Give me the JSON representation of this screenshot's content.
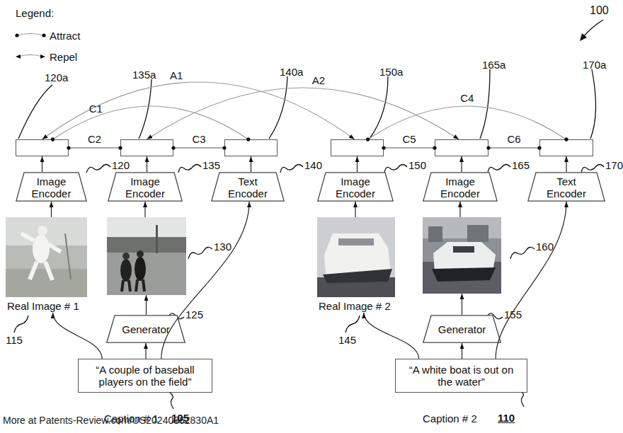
{
  "diagram": {
    "nodes": [
      {
        "text": [
          "120a"
        ]
      },
      {
        "text": [
          "135a"
        ]
      },
      {
        "text": [
          "140a"
        ]
      },
      {
        "text": [
          "150a"
        ]
      },
      {
        "text": [
          "165a"
        ]
      },
      {
        "text": [
          "170a"
        ]
      },
      {
        "text": [
          "Image Encoder"
        ]
      },
      {
        "text": [
          "Image Encoder"
        ]
      },
      {
        "text": [
          "Text Encoder"
        ]
      },
      {
        "text": [
          "Image Encoder"
        ]
      },
      {
        "text": [
          "Image Encoder"
        ]
      },
      {
        "text": [
          "Text Encoder"
        ]
      },
      {
        "text": [
          "Real Image # 1"
        ]
      },
      {
        "text": [
          "130"
        ]
      },
      {
        "text": [
          "Real Image # 2"
        ]
      },
      {
        "text": [
          "160"
        ]
      },
      {
        "text": [
          "Generator"
        ]
      },
      {
        "text": [
          "Generator"
        ]
      },
      {
        "text": [
          "“A couple of baseball players on the field”",
          "Caption # 1"
        ]
      },
      {
        "text": [
          "“A white boat is out on the water”",
          "Caption # 2"
        ]
      }
    ],
    "edges": [
      {
        "from": 0,
        "to": 1,
        "arrow": "none",
        "label": "C2"
      },
      {
        "from": 1,
        "to": 2,
        "arrow": "none",
        "label": "C3"
      },
      {
        "from": 3,
        "to": 4,
        "arrow": "none",
        "label": "C5"
      },
      {
        "from": 4,
        "to": 5,
        "arrow": "none",
        "label": "C6"
      },
      {
        "from": 0,
        "to": 2,
        "arrow": "none",
        "label": "C1"
      },
      {
        "from": 3,
        "to": 5,
        "arrow": "none",
        "label": "C4"
      },
      {
        "from": 0,
        "to": 3,
        "arrow": "both",
        "label": "A1"
      },
      {
        "from": 1,
        "to": 4,
        "arrow": "both",
        "label": "A2"
      },
      {
        "from": 6,
        "to": 0,
        "arrow": "to"
      },
      {
        "from": 7,
        "to": 1,
        "arrow": "to"
      },
      {
        "from": 8,
        "to": 2,
        "arrow": "to"
      },
      {
        "from": 9,
        "to": 3,
        "arrow": "to"
      },
      {
        "from": 10,
        "to": 4,
        "arrow": "to"
      },
      {
        "from": 11,
        "to": 5,
        "arrow": "to"
      },
      {
        "from": 12,
        "to": 6,
        "arrow": "to"
      },
      {
        "from": 13,
        "to": 7,
        "arrow": "to"
      },
      {
        "from": 14,
        "to": 9,
        "arrow": "to"
      },
      {
        "from": 15,
        "to": 10,
        "arrow": "to"
      },
      {
        "from": 16,
        "to": 13,
        "arrow": "to"
      },
      {
        "from": 17,
        "to": 15,
        "arrow": "to"
      },
      {
        "from": 18,
        "to": 16,
        "arrow": "to"
      },
      {
        "from": 19,
        "to": 17,
        "arrow": "to"
      },
      {
        "from": 18,
        "to": 8,
        "arrow": "to"
      },
      {
        "from": 19,
        "to": 11,
        "arrow": "to"
      },
      {
        "from": 18,
        "to": 12,
        "arrow": "to"
      },
      {
        "from": 19,
        "to": 14,
        "arrow": "to"
      }
    ],
    "labels": [
      "Legend:",
      "100",
      "120",
      "135",
      "140",
      "150",
      "165",
      "170",
      "115",
      "125",
      "145",
      "155",
      "105",
      "110",
      "More at Patents-Review.com/US20240362830A1"
    ],
    "legend": [
      {
        "text": "Attract"
      },
      {
        "text": "Repel"
      }
    ]
  }
}
